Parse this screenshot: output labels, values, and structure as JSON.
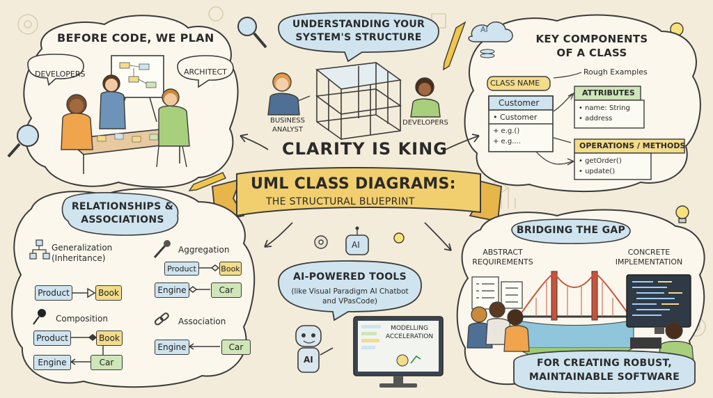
{
  "main_banner": {
    "top_text": "CLARITY IS KING",
    "line1": "UML CLASS DIAGRAMS:",
    "line2": "THE STRUCTURAL BLUEPRINT"
  },
  "plan": {
    "title": "BEFORE CODE, WE PLAN",
    "developers_label": "DEVELOPERS",
    "architect_label": "ARCHITECT"
  },
  "structure": {
    "title_line1": "UNDERSTANDING YOUR",
    "title_line2": "SYSTEM'S STRUCTURE",
    "analyst_line1": "BUSINESS",
    "analyst_line2": "ANALYST",
    "developers_label": "DEVELOPERS"
  },
  "components": {
    "title_line1": "KEY COMPONENTS",
    "title_line2": "OF A CLASS",
    "ai_badge": "AI",
    "class_name_label": "CLASS NAME",
    "rough_examples": "Rough Examples",
    "class_header": "Customer",
    "class_attr": "• Customer",
    "class_op1": "+ e.g.()",
    "class_op2": "+ e.g....",
    "attributes_label": "ATTRIBUTES",
    "attr1": "• name: String",
    "attr2": "• address",
    "operations_label": "OPERATIONS / METHODS",
    "op1": "• getOrder()",
    "op2": "• update()"
  },
  "relationships": {
    "title_line1": "RELATIONSHIPS &",
    "title_line2": "ASSOCIATIONS",
    "generalization_line1": "Generalization",
    "generalization_line2": "(Inheritance)",
    "gen_left": "Product",
    "gen_right": "Book",
    "aggregation_label": "Aggregation",
    "agg1_left": "Product",
    "agg1_right": "Book",
    "agg2_left": "Engine",
    "agg2_right": "Car",
    "composition_label": "Composition",
    "comp1_left": "Product",
    "comp1_right": "Book",
    "comp2_left": "Engine",
    "comp2_right": "Car",
    "association_label": "Association",
    "assoc_left": "Engine",
    "assoc_right": "Car"
  },
  "ai_tools": {
    "robot_label": "AI",
    "small_robot_label": "AI",
    "title": "AI-POWERED TOOLS",
    "line1": "(like Visual Paradigm AI Chatbot",
    "line2": "and VPasCode)",
    "screen_line1": "MODELLING",
    "screen_line2": "ACCELERATION"
  },
  "bridge": {
    "title": "BRIDGING THE GAP",
    "abstract_line1": "ABSTRACT",
    "abstract_line2": "REQUIREMENTS",
    "concrete_line1": "CONCRETE",
    "concrete_line2": "IMPLEMENTATION",
    "footer_line1": "FOR CREATING ROBUST,",
    "footer_line2": "MAINTAINABLE SOFTWARE"
  },
  "colors": {
    "background": "#f4ecda",
    "banner": "#f2cf6e",
    "accent_blue": "#cfe4ef",
    "accent_yellow": "#f3dc8a",
    "accent_green": "#cfe6b8",
    "ink": "#2b2b2b"
  }
}
